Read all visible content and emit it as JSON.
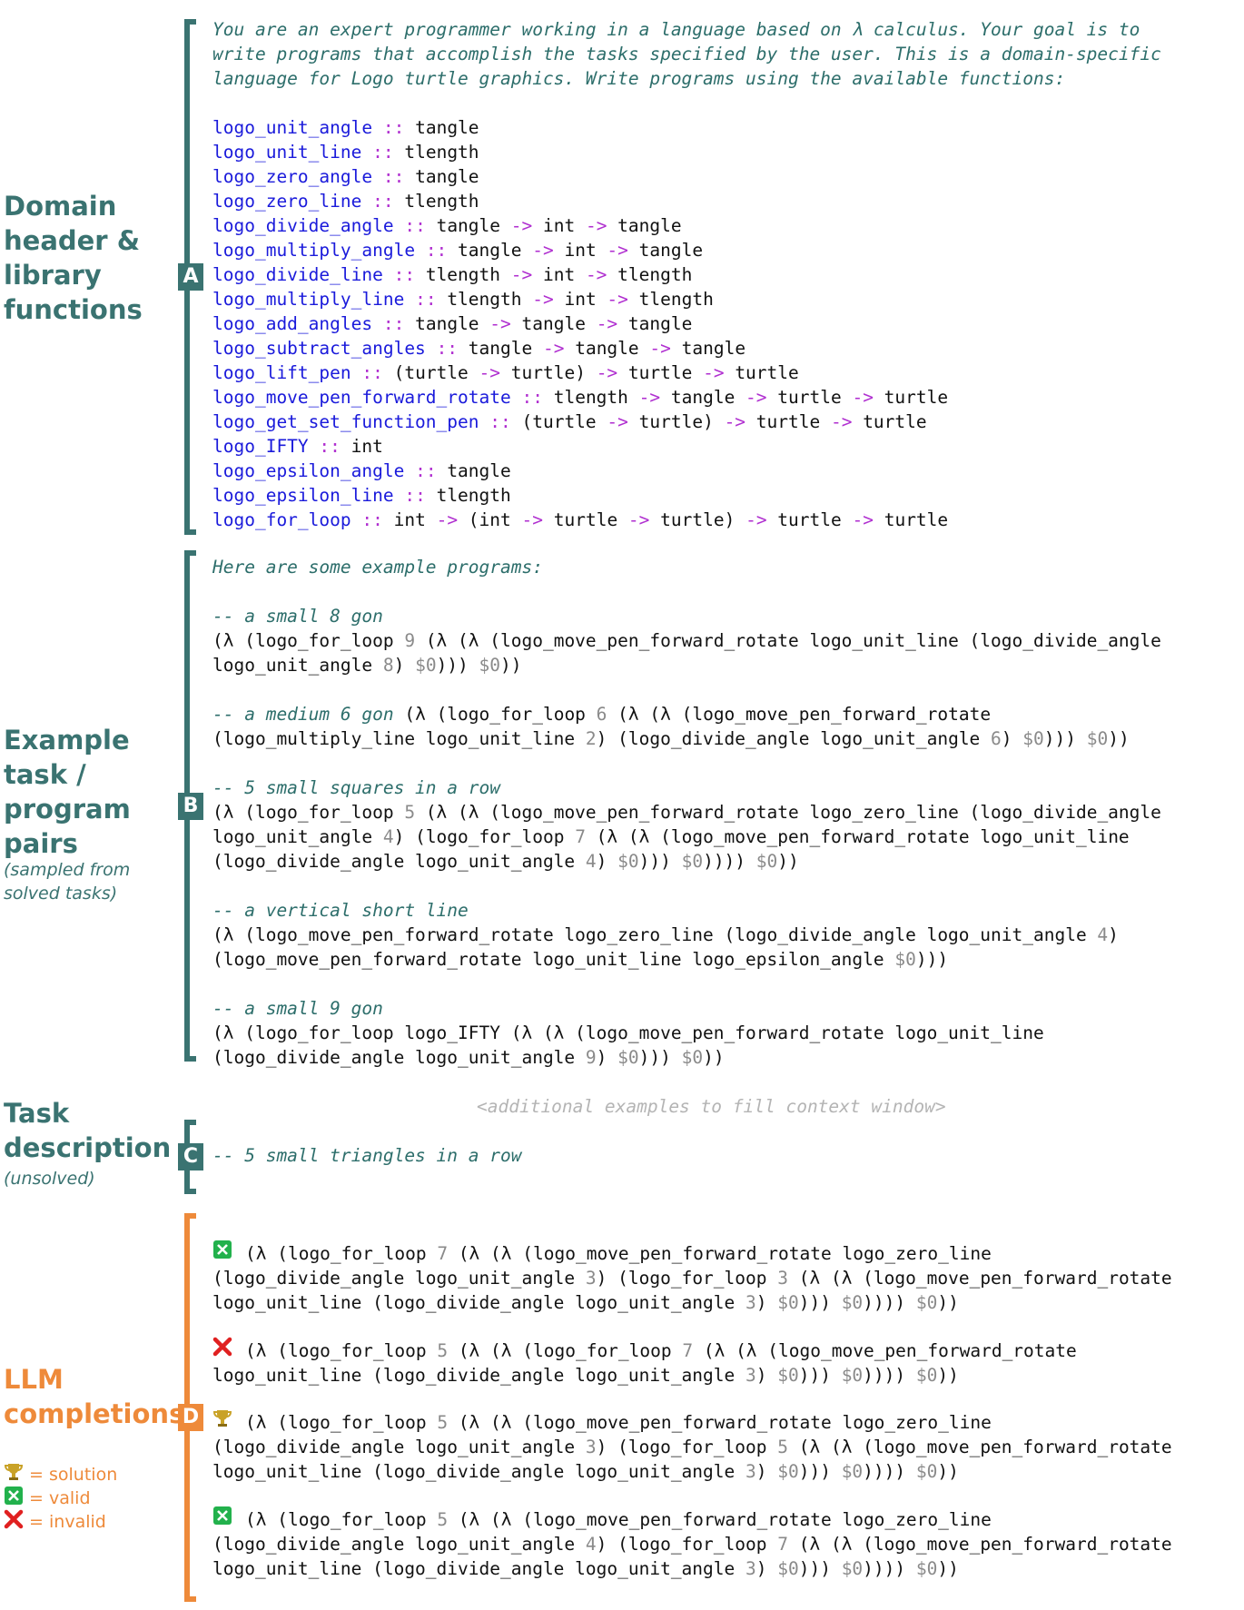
{
  "section_labels": {
    "a": "Domain\nheader &\nlibrary\nfunctions",
    "b": "Example\ntask /\nprogram\npairs",
    "b_sub": "(sampled from\nsolved tasks)",
    "c": "Task\ndescription",
    "c_sub": "(unsolved)",
    "d": "LLM\ncompletions"
  },
  "badges": {
    "a": "A",
    "b": "B",
    "c": "C",
    "d": "D"
  },
  "legend": [
    {
      "icon": "trophy-icon",
      "text": "= solution"
    },
    {
      "icon": "valid-icon",
      "text": "= valid"
    },
    {
      "icon": "invalid-icon",
      "text": "= invalid"
    }
  ],
  "header_intro": [
    "You are an expert programmer working in a language based on λ calculus. Your goal is to",
    "write programs that accomplish the tasks specified by the user. This is a domain-specific",
    "language for Logo turtle graphics. Write programs using the available functions:"
  ],
  "library_functions": [
    {
      "name": "logo_unit_angle",
      "type": "tangle"
    },
    {
      "name": "logo_unit_line",
      "type": "tlength"
    },
    {
      "name": "logo_zero_angle",
      "type": "tangle"
    },
    {
      "name": "logo_zero_line",
      "type": "tlength"
    },
    {
      "name": "logo_divide_angle",
      "type": "tangle -> int -> tangle"
    },
    {
      "name": "logo_multiply_angle",
      "type": "tangle -> int -> tangle"
    },
    {
      "name": "logo_divide_line",
      "type": "tlength -> int -> tlength"
    },
    {
      "name": "logo_multiply_line",
      "type": "tlength -> int -> tlength"
    },
    {
      "name": "logo_add_angles",
      "type": "tangle -> tangle -> tangle"
    },
    {
      "name": "logo_subtract_angles",
      "type": "tangle -> tangle -> tangle"
    },
    {
      "name": "logo_lift_pen",
      "type": "(turtle -> turtle) -> turtle -> turtle"
    },
    {
      "name": "logo_move_pen_forward_rotate",
      "type": "tlength -> tangle -> turtle -> turtle"
    },
    {
      "name": "logo_get_set_function_pen",
      "type": "(turtle -> turtle) -> turtle -> turtle"
    },
    {
      "name": "logo_IFTY",
      "type": "int"
    },
    {
      "name": "logo_epsilon_angle",
      "type": "tangle"
    },
    {
      "name": "logo_epsilon_line",
      "type": "tlength"
    },
    {
      "name": "logo_for_loop",
      "type": "int -> (int -> turtle -> turtle) -> turtle -> turtle"
    }
  ],
  "examples_intro": "Here are some example programs:",
  "examples": [
    {
      "comment": "-- a small 8 gon",
      "lines": [
        "(λ (logo_for_loop 9 (λ (λ (logo_move_pen_forward_rotate logo_unit_line (logo_divide_angle",
        "logo_unit_angle 8) $0))) $0))"
      ]
    },
    {
      "comment": "-- a medium 6 gon",
      "inline_start": "(λ (logo_for_loop 6 (λ (λ (logo_move_pen_forward_rotate",
      "lines": [
        "(logo_multiply_line logo_unit_line 2) (logo_divide_angle logo_unit_angle 6) $0))) $0))"
      ]
    },
    {
      "comment": "-- 5 small squares in a row",
      "lines": [
        "(λ (logo_for_loop 5 (λ (λ (logo_move_pen_forward_rotate logo_zero_line (logo_divide_angle",
        "logo_unit_angle 4) (logo_for_loop 7 (λ (λ (logo_move_pen_forward_rotate logo_unit_line",
        "(logo_divide_angle logo_unit_angle 4) $0))) $0)))) $0))"
      ]
    },
    {
      "comment": "-- a vertical short line",
      "lines": [
        "(λ (logo_move_pen_forward_rotate logo_zero_line (logo_divide_angle logo_unit_angle 4)",
        "(logo_move_pen_forward_rotate logo_unit_line logo_epsilon_angle $0)))"
      ]
    },
    {
      "comment": "-- a small 9 gon",
      "lines": [
        "(λ (logo_for_loop logo_IFTY (λ (λ (logo_move_pen_forward_rotate logo_unit_line",
        "(logo_divide_angle logo_unit_angle 9) $0))) $0))"
      ]
    }
  ],
  "additional_examples_note": "<additional examples to fill context window>",
  "task_description": "-- 5 small triangles in a row",
  "completions": [
    {
      "status": "valid",
      "lines": [
        "(λ (logo_for_loop 7 (λ (λ (logo_move_pen_forward_rotate logo_zero_line",
        "(logo_divide_angle logo_unit_angle 3) (logo_for_loop 3 (λ (λ (logo_move_pen_forward_rotate",
        "logo_unit_line (logo_divide_angle logo_unit_angle 3) $0))) $0)))) $0))"
      ]
    },
    {
      "status": "invalid",
      "lines": [
        "(λ (logo_for_loop 5 (λ (λ (logo_for_loop 7 (λ (λ (logo_move_pen_forward_rotate",
        "logo_unit_line (logo_divide_angle logo_unit_angle 3) $0))) $0)))) $0))"
      ]
    },
    {
      "status": "solution",
      "lines": [
        "(λ (logo_for_loop 5 (λ (λ (logo_move_pen_forward_rotate logo_zero_line",
        "(logo_divide_angle logo_unit_angle 3) (logo_for_loop 5 (λ (λ (logo_move_pen_forward_rotate",
        "logo_unit_line (logo_divide_angle logo_unit_angle 3) $0))) $0)))) $0))"
      ]
    },
    {
      "status": "valid",
      "lines": [
        "(λ (logo_for_loop 5 (λ (λ (logo_move_pen_forward_rotate logo_zero_line",
        "(logo_divide_angle logo_unit_angle 4) (logo_for_loop 7 (λ (λ (logo_move_pen_forward_rotate",
        "logo_unit_line (logo_divide_angle logo_unit_angle 3) $0))) $0)))) $0))"
      ]
    }
  ],
  "colors": {
    "teal": "#3a7371",
    "orange": "#ee8a3a",
    "function_name": "#1a1adb",
    "operator": "#b02fd0",
    "number": "#8a8a8a",
    "comment": "#2d6e6b",
    "valid_green": "#22b14c",
    "invalid_red": "#e02020",
    "trophy_gold": "#c9a227"
  }
}
